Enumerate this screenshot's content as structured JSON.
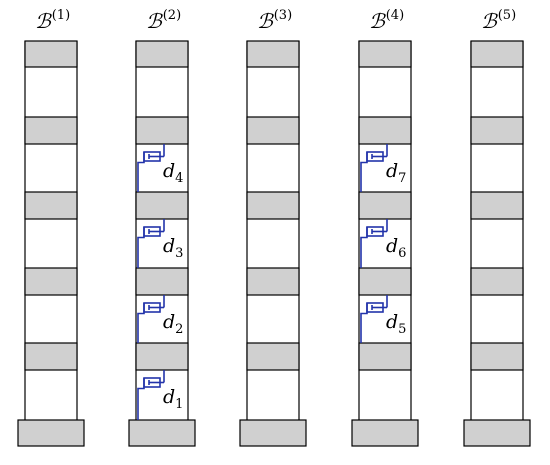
{
  "buildings": [
    {
      "label": "ℬ",
      "sup": "(1)"
    },
    {
      "label": "ℬ",
      "sup": "(2)"
    },
    {
      "label": "ℬ",
      "sup": "(3)"
    },
    {
      "label": "ℬ",
      "sup": "(4)"
    },
    {
      "label": "ℬ",
      "sup": "(5)"
    }
  ],
  "dampers": [
    {
      "building": 2,
      "story": 1,
      "label": "d",
      "sub": "1"
    },
    {
      "building": 2,
      "story": 2,
      "label": "d",
      "sub": "2"
    },
    {
      "building": 2,
      "story": 3,
      "label": "d",
      "sub": "3"
    },
    {
      "building": 2,
      "story": 4,
      "label": "d",
      "sub": "4"
    },
    {
      "building": 4,
      "story": 2,
      "label": "d",
      "sub": "5"
    },
    {
      "building": 4,
      "story": 3,
      "label": "d",
      "sub": "6"
    },
    {
      "building": 4,
      "story": 4,
      "label": "d",
      "sub": "7"
    }
  ],
  "colors": {
    "floor": "#d0d0d0",
    "outline": "#000000",
    "damper": "#2233aa"
  }
}
